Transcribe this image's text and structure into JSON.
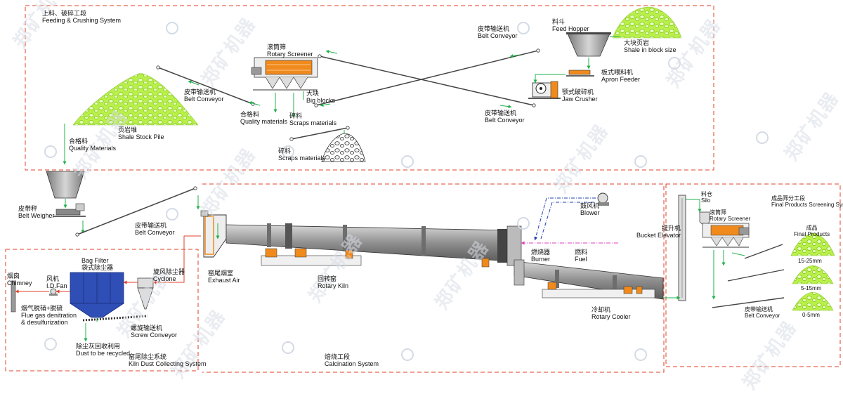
{
  "colors": {
    "section_border": "#e0402a",
    "green_arrow": "#22b14c",
    "blue_pipe": "#1f3fb5",
    "fuel_line": "#e040c0",
    "kiln": "#9a9a9a",
    "orange": "#f08a1c",
    "pile": "#a8ec3c",
    "watermark": "#d8dde6"
  },
  "watermark_text": "郑矿机器",
  "sections": {
    "feeding": {
      "zh": "上料、破碎工段",
      "en": "Feeding & Crushing System"
    },
    "calcination": {
      "zh": "焙烧工段",
      "en": "Calcination System"
    },
    "dust": {
      "zh": "窑尾除尘系统",
      "en": "Kiln Dust Collecting System"
    },
    "screening": {
      "zh": "成品筛分工段",
      "en": "Final Products Screening System"
    }
  },
  "labels": {
    "feed_hopper": {
      "zh": "料斗",
      "en": "Feed Hopper"
    },
    "shale_block": {
      "zh": "大块页岩",
      "en": "Shale in block size"
    },
    "apron_feeder": {
      "zh": "板式喂料机",
      "en": "Apron Feeder"
    },
    "jaw_crusher": {
      "zh": "颚式破碎机",
      "en": "Jaw Crusher"
    },
    "belt_conveyor_top": {
      "zh": "皮带输送机",
      "en": "Belt Conveyor"
    },
    "belt_conveyor_mid": {
      "zh": "皮带输送机",
      "en": "Belt Conveyor"
    },
    "rotary_screener": {
      "zh": "滚筒筛",
      "en": "Rotary Screener"
    },
    "big_blocks": {
      "zh": "大块",
      "en": "Big blocks"
    },
    "quality_materials": {
      "zh": "合格料",
      "en": "Quality materials"
    },
    "scraps_materials": {
      "zh": "碎料",
      "en": "Scraps materials"
    },
    "scraps_materials_2": {
      "zh": "碎料",
      "en": "Scraps materials"
    },
    "belt_conveyor_left": {
      "zh": "皮带输送机",
      "en": "Belt Conveyor"
    },
    "quality_materials_2": {
      "zh": "合格料",
      "en": "Quality Materials"
    },
    "shale_stock_pile": {
      "zh": "页岩堆",
      "en": "Shale Stock Pile"
    },
    "belt_weigher": {
      "zh": "皮带秤",
      "en": "Belt Weigher"
    },
    "belt_conveyor_kiln": {
      "zh": "皮带输送机",
      "en": "Belt Conveyor"
    },
    "bag_filter": {
      "zh": "Bag Filter",
      "en": "袋式除尘器"
    },
    "chimney": {
      "zh": "烟囱",
      "en": "Chimney"
    },
    "id_fan": {
      "zh": "风机",
      "en": "I.D.Fan"
    },
    "flue_gas": {
      "zh": "烟气脱硝+脱硫",
      "en1": "Flue gas denitration",
      "en2": "& desulfurization"
    },
    "cyclone": {
      "zh": "旋风除尘器",
      "en": "Cyclone"
    },
    "screw_conveyor": {
      "zh": "螺旋输送机",
      "en": "Screw Conveyor"
    },
    "dust_recycled": {
      "zh": "除尘灰回收利用",
      "en": "Dust to be recycled"
    },
    "exhaust_air": {
      "zh": "窑尾烟室",
      "en": "Exhaust Air"
    },
    "rotary_kiln": {
      "zh": "回转窑",
      "en": "Rotary Kiln"
    },
    "blower": {
      "zh": "鼓风机",
      "en": "Blower"
    },
    "burner": {
      "zh": "燃烧器",
      "en": "Burner"
    },
    "fuel": {
      "zh": "燃料",
      "en": "Fuel"
    },
    "bucket_elevator": {
      "zh": "提升机",
      "en": "Bucket Elevator"
    },
    "rotary_cooler": {
      "zh": "冷却机",
      "en": "Rotary Cooler"
    },
    "silo": {
      "zh": "料仓",
      "en": "Silo"
    },
    "rotary_screener_2": {
      "zh": "滚筒筛",
      "en": "Rotary Screener"
    },
    "final_products": {
      "zh": "成品",
      "en": "Final Products"
    },
    "belt_conveyor_final": {
      "zh": "皮带输送机",
      "en": "Belt Conveyor"
    }
  },
  "product_sizes": [
    "15-25mm",
    "5-15mm",
    "0-5mm"
  ]
}
